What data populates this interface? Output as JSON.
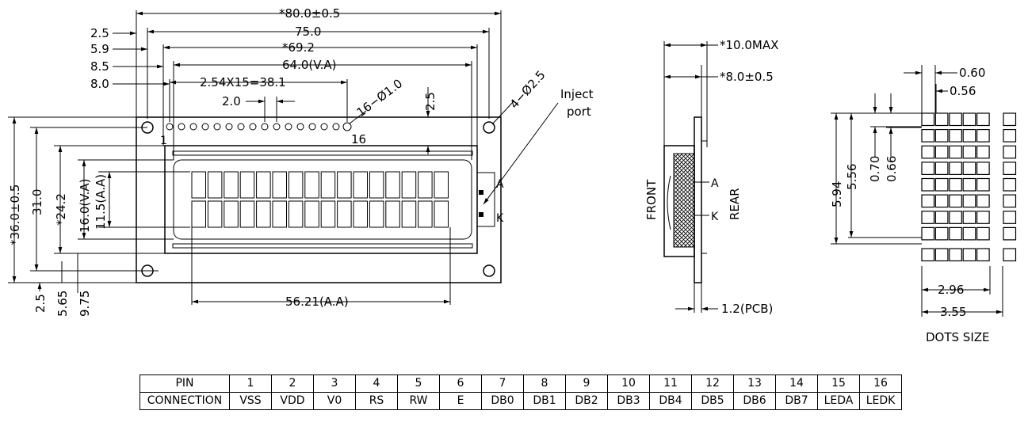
{
  "front": {
    "dim_overall_w": "*80.0±0.5",
    "dim_pcb_w": "75.0",
    "dim_bezel_w": "*69.2",
    "dim_va_w": "64.0(V.A)",
    "dim_pins": "2.54X15=38.1",
    "dim_pin_pitch": "2.0",
    "dim_pin_holes": "16−Ø1.0",
    "dim_top_gap": "2.5",
    "dim_mount_holes": "4−Ø2.5",
    "inject_label_1": "Inject",
    "inject_label_2": "port",
    "left_2_5": "2.5",
    "left_5_9": "5.9",
    "left_8_5": "8.5",
    "left_8_0": "8.0",
    "pin_1": "1",
    "pin_16": "16",
    "pin_a": "A",
    "pin_k": "K",
    "v_overall_h": "*36.0±0.5",
    "v_pcb_h": "31.0",
    "v_bezel_h": "*24.2",
    "v_va_h": "16.0(V.A)",
    "v_aa_h": "11.5(A.A)",
    "bottom_2_5": "2.5",
    "bottom_5_65": "5.65",
    "bottom_9_75": "9.75",
    "dim_aa_w": "56.21(A.A)"
  },
  "side": {
    "dim_max": "*10.0MAX",
    "dim_body": "*8.0±0.5",
    "front_label": "FRONT",
    "rear_label": "REAR",
    "a_label": "A",
    "k_label": "K",
    "pcb_label": "1.2(PCB)"
  },
  "dots": {
    "d060": "0.60",
    "d056": "0.56",
    "d070": "0.70",
    "d066": "0.66",
    "d594": "5.94",
    "d556": "5.56",
    "d296": "2.96",
    "d355": "3.55",
    "title": "DOTS SIZE"
  },
  "pin_table": {
    "pin_header": "PIN",
    "conn_header": "CONNECTION",
    "pins": [
      "1",
      "2",
      "3",
      "4",
      "5",
      "6",
      "7",
      "8",
      "9",
      "10",
      "11",
      "12",
      "13",
      "14",
      "15",
      "16"
    ],
    "connections": [
      "VSS",
      "VDD",
      "V0",
      "RS",
      "RW",
      "E",
      "DB0",
      "DB1",
      "DB2",
      "DB3",
      "DB4",
      "DB5",
      "DB6",
      "DB7",
      "LEDA",
      "LEDK"
    ]
  }
}
